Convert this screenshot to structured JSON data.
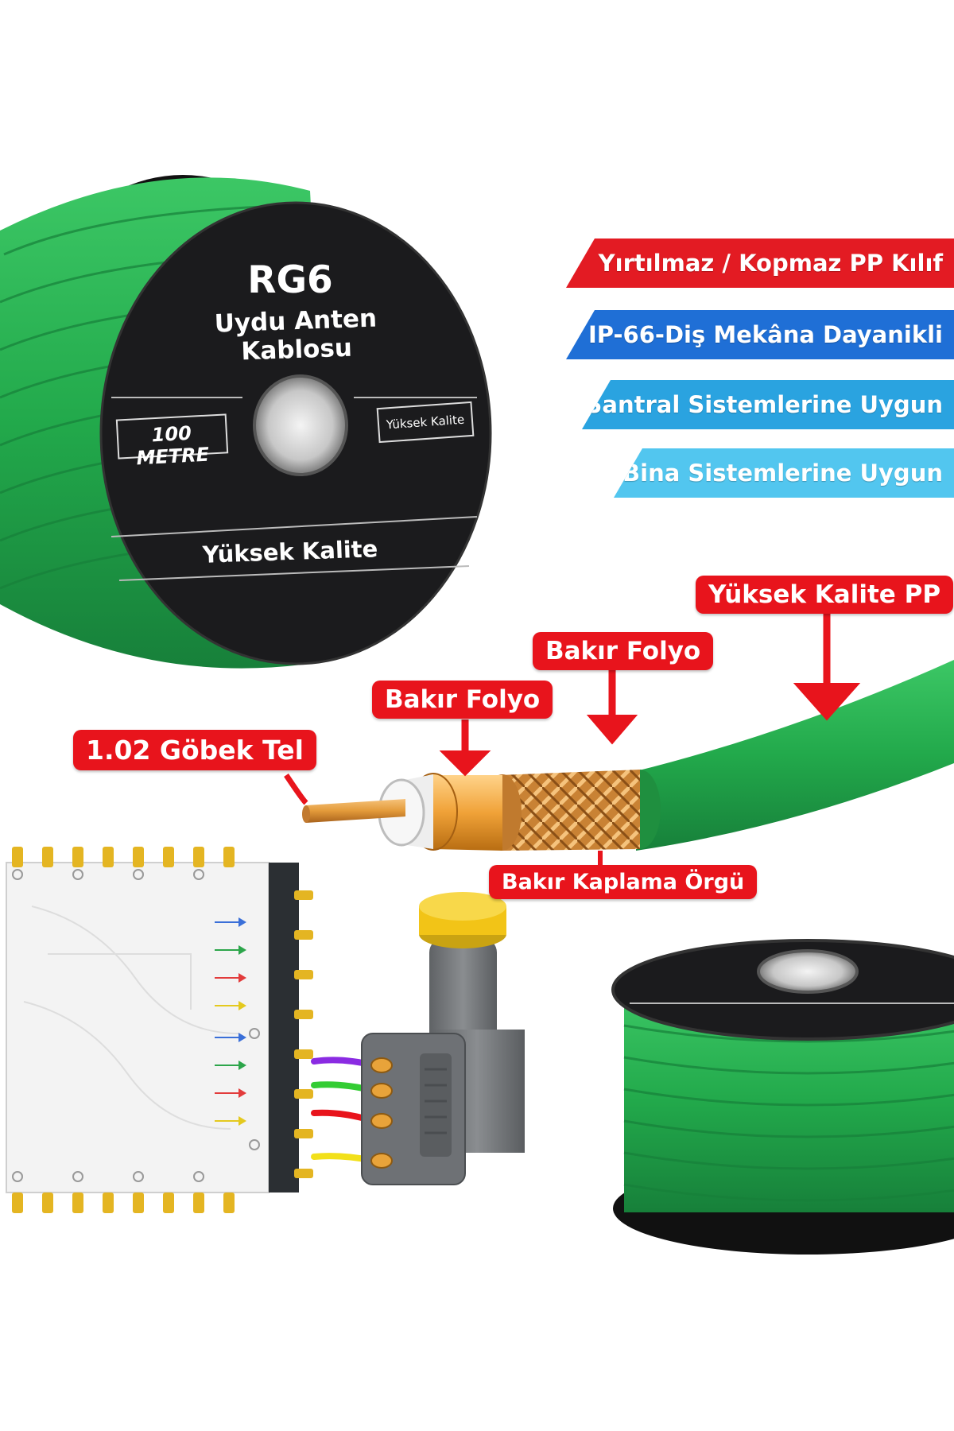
{
  "reel": {
    "title": "RG6",
    "subtitle": "Uydu Anten Kablosu",
    "length_badge": "100 METRE",
    "quality_badge": "Yüksek Kalite",
    "footer": "Yüksek Kalite"
  },
  "features": [
    {
      "label": "Yırtılmaz / Kopmaz PP Kılıf",
      "color": "#e31b23"
    },
    {
      "label": "IP-66-Diş Mekâna Dayanikli",
      "color": "#1f6fd6"
    },
    {
      "label": "Santral Sistemlerine Uygun",
      "color": "#2aa3e0"
    },
    {
      "label": "Bina Sistemlerine Uygun",
      "color": "#52c6ef"
    }
  ],
  "cable_layers": {
    "jacket": "Yüksek Kalite PP",
    "foil_outer": "Bakır Folyo",
    "foil_inner": "Bakır Folyo",
    "core": "1.02 Göbek Tel",
    "braid": "Bakır Kaplama Örgü"
  },
  "colors": {
    "cable_green": "#22a94b",
    "reel_black": "#1b1b1d",
    "callout_red": "#e8141c",
    "copper": "#e39a3a",
    "lnb_yellow": "#f2c417",
    "lnb_grey": "#7a7d80"
  }
}
